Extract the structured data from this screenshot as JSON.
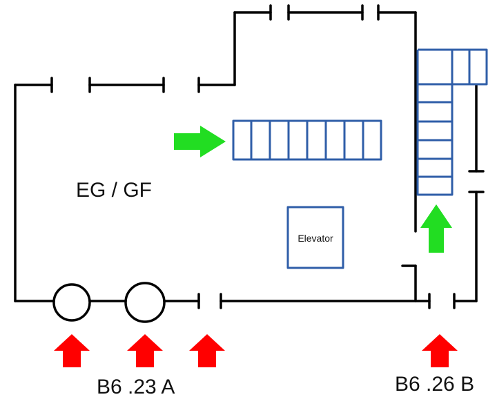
{
  "floor_label": "EG / GF",
  "elevator_label": "Elevator",
  "entrances": {
    "left_label": "B6 .23 A",
    "right_label": "B6 .26 B"
  },
  "colors": {
    "walls": "#000000",
    "stairs": "#2f5ea8",
    "direction_arrows": "#22dd22",
    "entrance_arrows": "#ff0000"
  }
}
